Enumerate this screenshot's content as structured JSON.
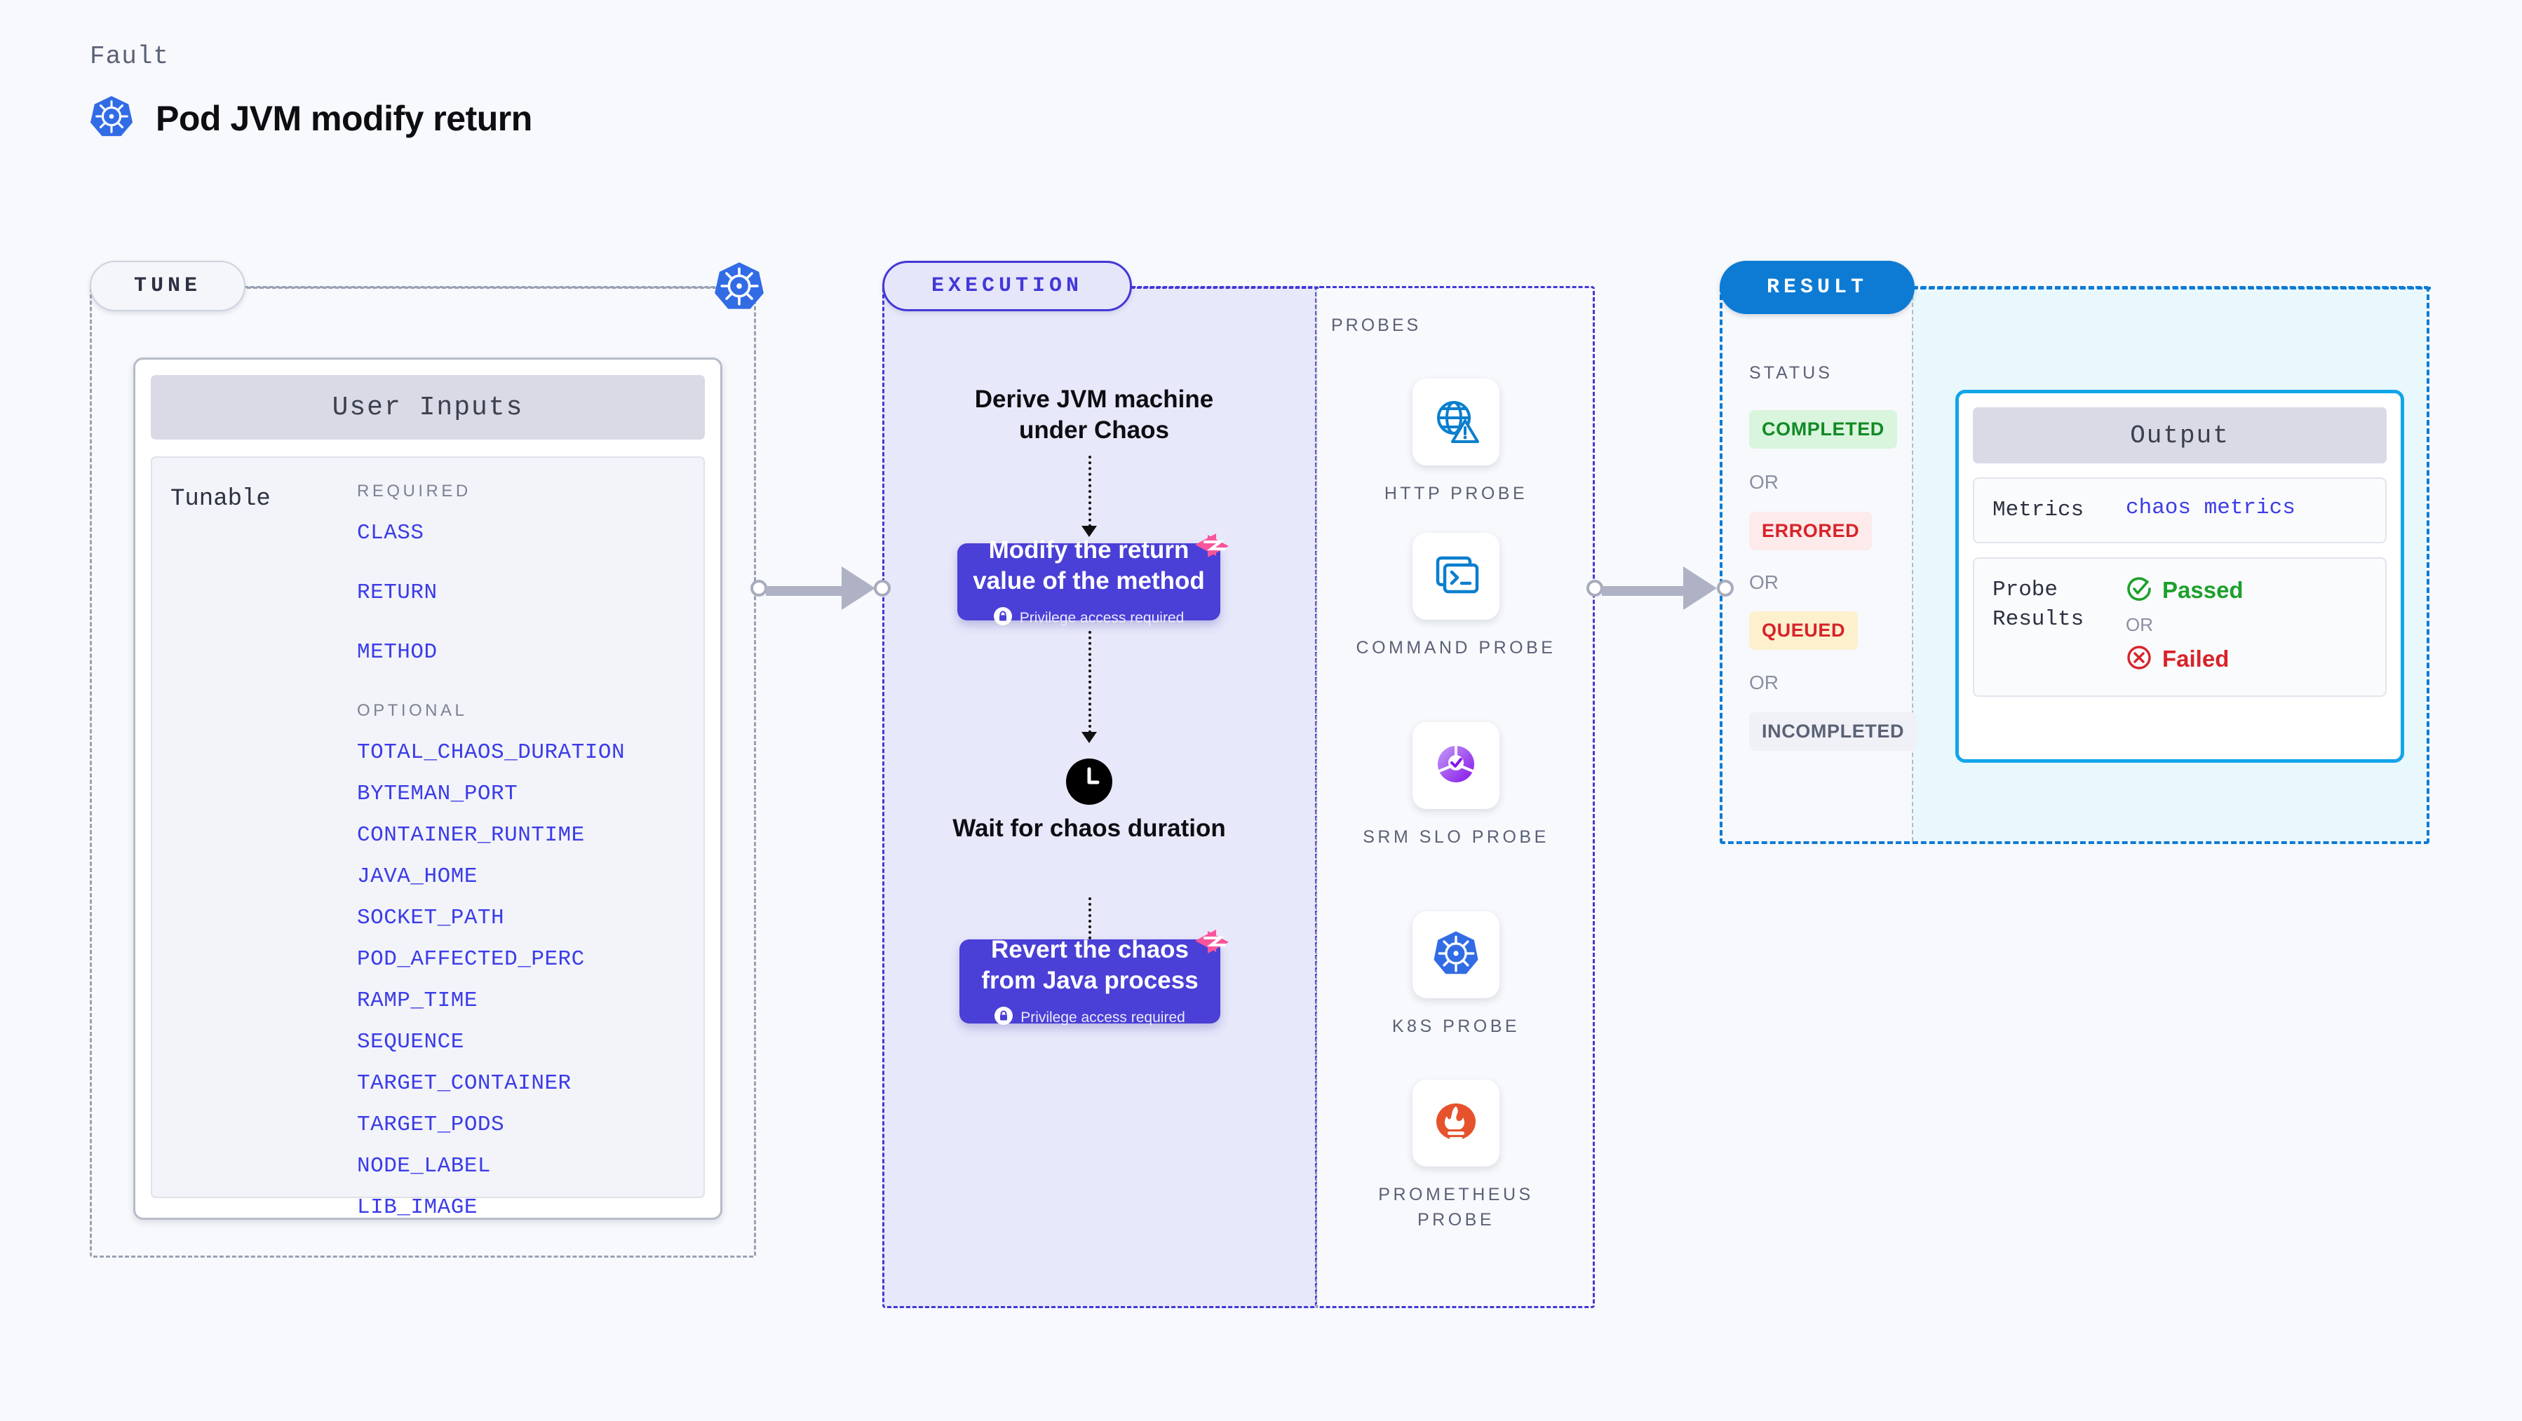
{
  "header": {
    "fault_label": "Fault",
    "title": "Pod JVM modify return",
    "icon": "kubernetes-icon"
  },
  "stages": {
    "tune": {
      "pill_label": "TUNE"
    },
    "execution": {
      "pill_label": "EXECUTION"
    },
    "result": {
      "pill_label": "RESULT"
    }
  },
  "tune": {
    "card_title": "User Inputs",
    "tunable_label": "Tunable",
    "required_label": "REQUIRED",
    "optional_label": "OPTIONAL",
    "required": [
      "CLASS",
      "RETURN",
      "METHOD"
    ],
    "optional": [
      "TOTAL_CHAOS_DURATION",
      "BYTEMAN_PORT",
      "CONTAINER_RUNTIME",
      "JAVA_HOME",
      "SOCKET_PATH",
      "POD_AFFECTED_PERC",
      "RAMP_TIME",
      "SEQUENCE",
      "TARGET_CONTAINER",
      "TARGET_PODS",
      "NODE_LABEL",
      "LIB_IMAGE"
    ]
  },
  "execution": {
    "steps": [
      {
        "type": "text",
        "title": "Derive JVM machine under Chaos"
      },
      {
        "type": "action",
        "title": "Modify the return value of the method",
        "privilege": "Privilege access required"
      },
      {
        "type": "text",
        "title": "Wait for chaos duration",
        "icon": "clock-icon"
      },
      {
        "type": "action",
        "title": "Revert the chaos from Java process",
        "privilege": "Privilege access required"
      }
    ]
  },
  "probes": {
    "section_label": "PROBES",
    "items": [
      {
        "label": "HTTP PROBE",
        "icon": "globe-warning-icon"
      },
      {
        "label": "COMMAND PROBE",
        "icon": "terminal-icon"
      },
      {
        "label": "SRM SLO PROBE",
        "icon": "srm-slo-icon"
      },
      {
        "label": "K8S PROBE",
        "icon": "kubernetes-icon"
      },
      {
        "label": "PROMETHEUS PROBE",
        "icon": "prometheus-icon"
      }
    ]
  },
  "result": {
    "status_label": "STATUS",
    "or_label": "OR",
    "statuses": [
      {
        "label": "COMPLETED",
        "bg": "#d9f5dd",
        "fg": "#128a24"
      },
      {
        "label": "ERRORED",
        "bg": "#fdeaea",
        "fg": "#d8232a"
      },
      {
        "label": "QUEUED",
        "bg": "#fdf0cd",
        "fg": "#d8232a"
      },
      {
        "label": "INCOMPLETED",
        "bg": "#eff1f6",
        "fg": "#5b6176"
      }
    ],
    "output": {
      "title": "Output",
      "metrics_key": "Metrics",
      "metrics_value": "chaos metrics",
      "probe_results_key": "Probe Results",
      "passed_label": "Passed",
      "or_label": "OR",
      "failed_label": "Failed"
    }
  },
  "colors": {
    "accent_purple": "#4338d6",
    "accent_blue": "#0d7bd4",
    "param_blue": "#3c3ce8",
    "pink_badge": "#f9559b",
    "pass_green": "#1ca02c",
    "fail_red": "#d8232a"
  }
}
